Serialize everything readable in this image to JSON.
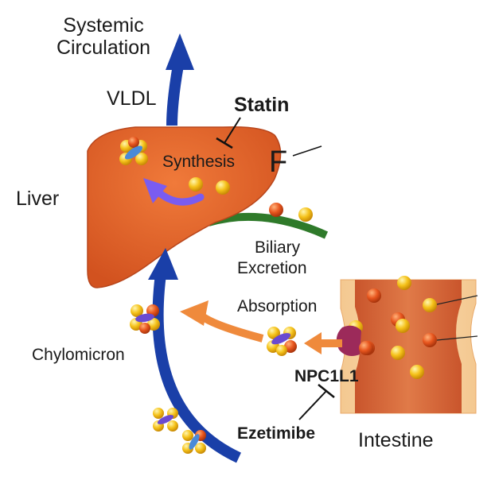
{
  "labels": {
    "systemic_line1": "Systemic",
    "systemic_line2": "Circulation",
    "vldl": "VLDL",
    "statin": "Statin",
    "synthesis": "Synthesis",
    "panel_letter": "F",
    "liver": "Liver",
    "biliary_line1": "Biliary",
    "biliary_line2": "Excretion",
    "absorption": "Absorption",
    "chylomicron": "Chylomicron",
    "npc1l1": "NPC1L1",
    "ezetimibe": "Ezetimibe",
    "intestine": "Intestine"
  },
  "colors": {
    "liver": "#e0622a",
    "liver_outline": "#b8461c",
    "blue_arrow": "#1a3fa8",
    "orange_arrow": "#ef8a3c",
    "purple_arrow": "#7a5cf0",
    "biliary_duct": "#2f7a2a",
    "intestine_wall": "#f2c08a",
    "intestine_lumen": "#d9673a",
    "cholesterol_yellow": "#f5c21a",
    "cholesterol_orange": "#e8561e",
    "transporter": "#9c2a5a"
  }
}
